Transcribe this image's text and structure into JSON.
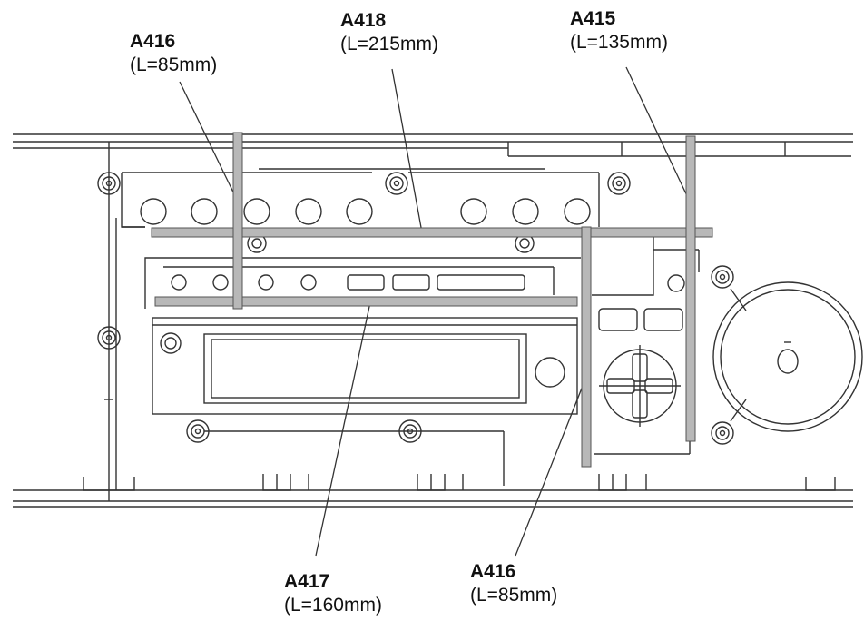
{
  "diagram": {
    "callouts": [
      {
        "id": "a416-top",
        "code": "A416",
        "length": "(L=85mm)"
      },
      {
        "id": "a418",
        "code": "A418",
        "length": "(L=215mm)"
      },
      {
        "id": "a415",
        "code": "A415",
        "length": "(L=135mm)"
      },
      {
        "id": "a417",
        "code": "A417",
        "length": "(L=160mm)"
      },
      {
        "id": "a416-bottom",
        "code": "A416",
        "length": "(L=85mm)"
      }
    ],
    "colors": {
      "line": "#333333",
      "strip_fill": "#b8b8b8",
      "strip_stroke": "#555555"
    }
  }
}
